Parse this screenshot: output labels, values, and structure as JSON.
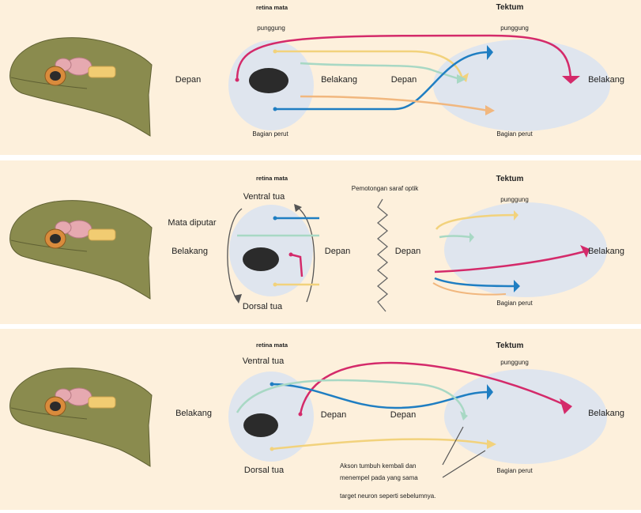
{
  "panel1": {
    "retina": "retina mata",
    "tectum": "Tektum",
    "dorsal_left": "punggung",
    "dorsal_right": "punggung",
    "front_left": "Depan",
    "back_mid": "Belakang",
    "front_mid": "Depan",
    "back_right": "Belakang",
    "ventral_left": "Bagian perut",
    "ventral_right": "Bagian perut"
  },
  "panel2": {
    "retina": "retina mata",
    "tectum": "Tektum",
    "ventral_old": "Ventral tua",
    "eye_rotated": "Mata diputar",
    "back_left": "Belakang",
    "front_eye": "Depan",
    "cut": "Pemotongan saraf optik",
    "front_tectum": "Depan",
    "dorsal_right": "punggung",
    "back_right": "Belakang",
    "ventral_right": "Bagian perut",
    "dorsal_old": "Dorsal tua"
  },
  "panel3": {
    "retina": "retina mata",
    "tectum": "Tektum",
    "ventral_old": "Ventral tua",
    "dorsal_right": "punggung",
    "back_left": "Belakang",
    "front_a": "Depan",
    "front_b": "Depan",
    "back_right": "Belakang",
    "dorsal_old": "Dorsal tua",
    "note_1": "Akson tumbuh kembali dan",
    "note_2": "menempel pada yang sama",
    "note_3": "target neuron seperti sebelumnya.",
    "ventral_right": "Bagian perut"
  },
  "colors": {
    "panel_bg": "#fdf0dc",
    "oval": "#dfe5ee",
    "frog_skin": "#8a8b4e",
    "magenta": "#d42a6a",
    "blue": "#1f7ec2",
    "yellow": "#f2d27c",
    "mint": "#a8d8c4",
    "orange": "#f1b77e",
    "lens": "#2b2b2b"
  }
}
